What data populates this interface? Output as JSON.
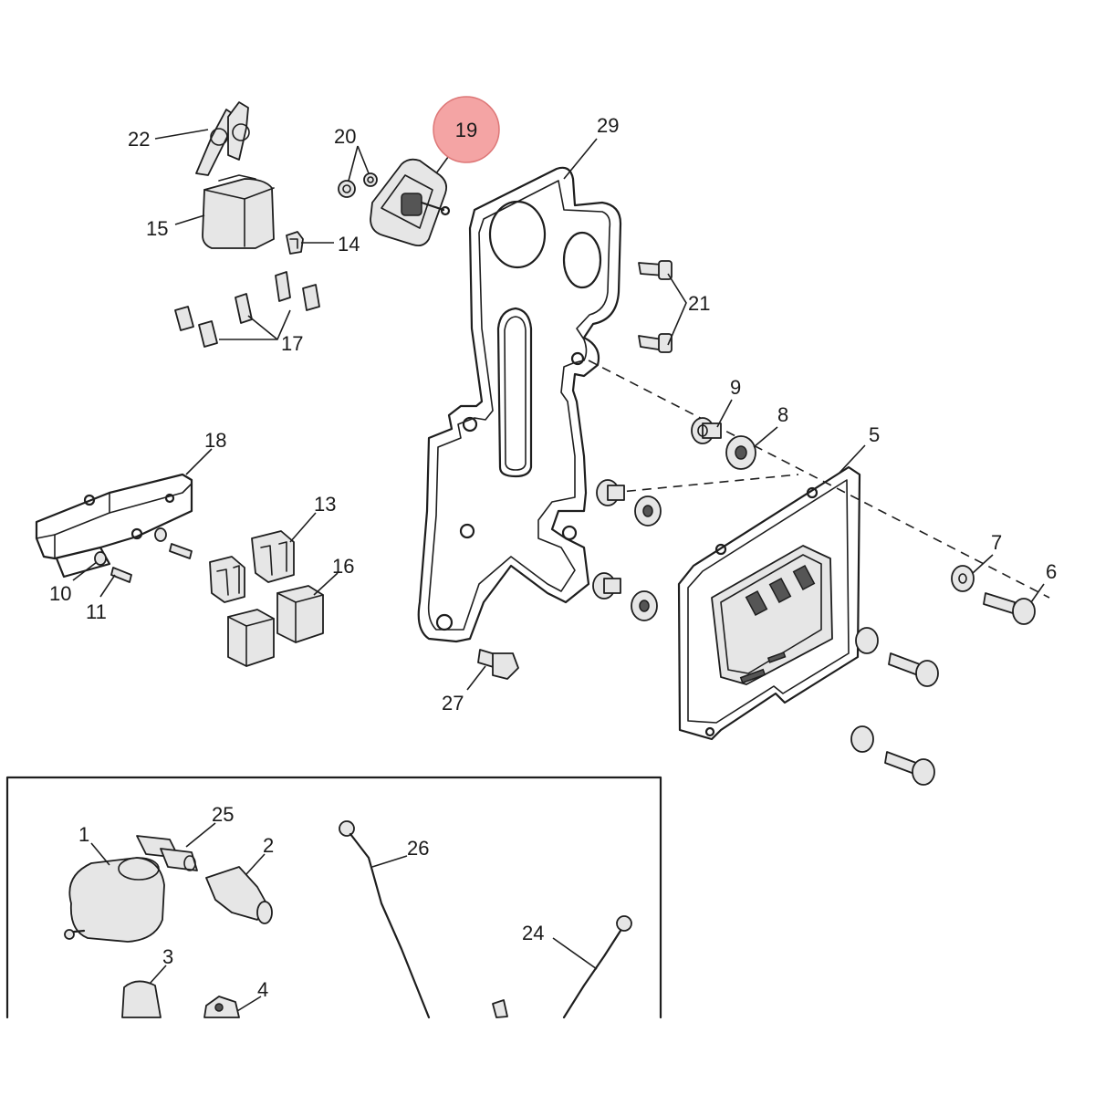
{
  "diagram": {
    "highlight_color": "#f4a4a4",
    "highlighted_callout": "19",
    "callouts": {
      "c1": "1",
      "c2": "2",
      "c3": "3",
      "c4": "4",
      "c5": "5",
      "c6": "6",
      "c7": "7",
      "c8": "8",
      "c9": "9",
      "c10": "10",
      "c11": "11",
      "c13": "13",
      "c14": "14",
      "c15": "15",
      "c16": "16",
      "c17": "17",
      "c18": "18",
      "c19": "19",
      "c20": "20",
      "c21": "21",
      "c22": "22",
      "c24": "24",
      "c25": "25",
      "c26": "26",
      "c27": "27",
      "c29": "29"
    }
  }
}
